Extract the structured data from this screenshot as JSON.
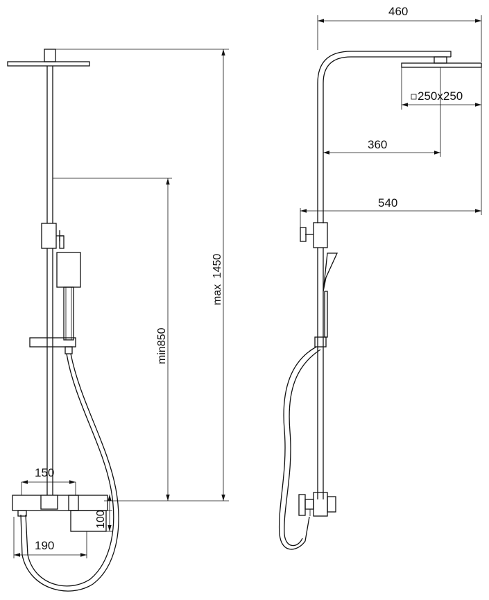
{
  "dimensions": {
    "rail_width": "150",
    "valve_height": "100",
    "valve_width": "190",
    "min_height": "min850",
    "max_prefix": "max",
    "max_height": "1450",
    "arm_projection": "460",
    "head_size": "250x250",
    "head_center": "360",
    "total_projection": "540"
  },
  "colors": {
    "line": "#111111",
    "background": "#ffffff"
  }
}
